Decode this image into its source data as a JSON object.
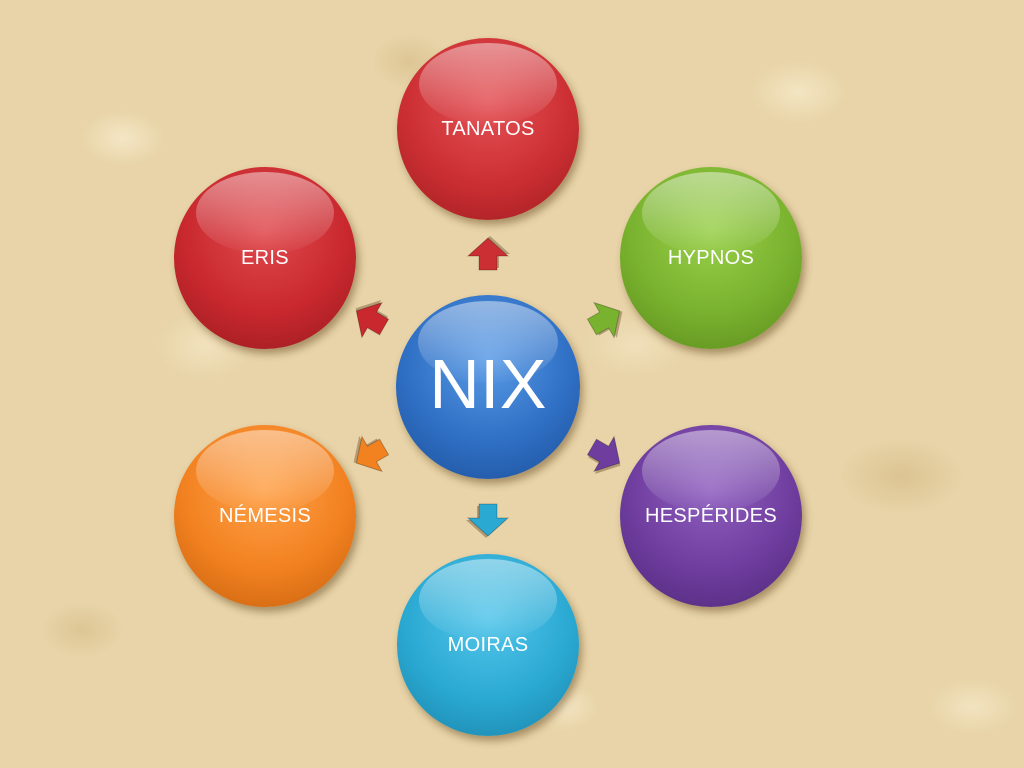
{
  "center": {
    "label": "NIX",
    "color": "#2f6fc4"
  },
  "nodes": [
    {
      "id": "tanatos",
      "label": "TANATOS",
      "color": "#cc2f33"
    },
    {
      "id": "hypnos",
      "label": "HYPNOS",
      "color": "#79b22e"
    },
    {
      "id": "hesperides",
      "label": "HESPÉRIDES",
      "color": "#6e3d9e"
    },
    {
      "id": "moiras",
      "label": "MOIRAS",
      "color": "#2aa9d3"
    },
    {
      "id": "nemesis",
      "label": "NÉMESIS",
      "color": "#f28120"
    },
    {
      "id": "eris",
      "label": "ERIS",
      "color": "#c8282e"
    }
  ]
}
